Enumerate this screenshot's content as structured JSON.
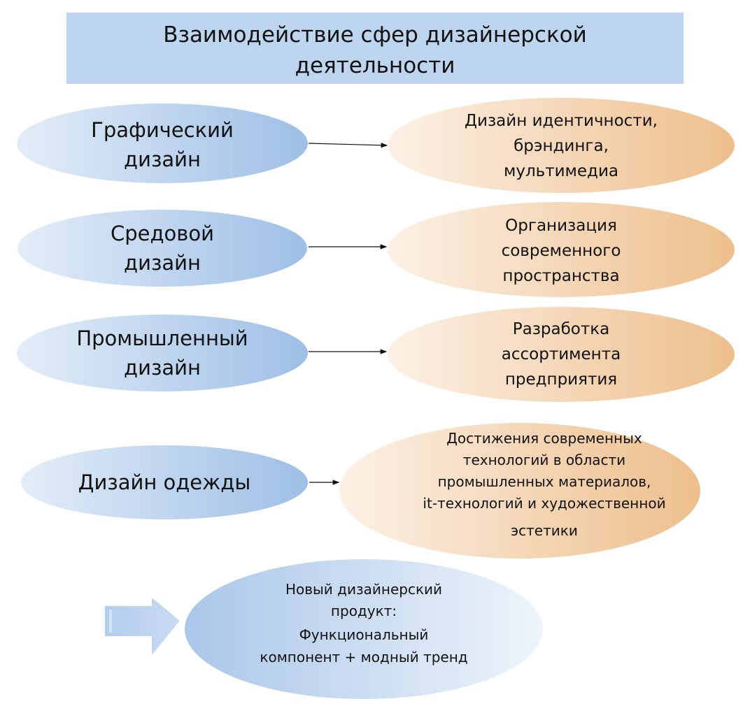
{
  "title": [
    "Взаимодействие сфер дизайнерской",
    "деятельности"
  ],
  "rows": [
    {
      "sphere": [
        "Графический",
        "дизайн"
      ],
      "result": [
        "Дизайн идентичности,",
        "брэндинга,",
        "мультимедиа"
      ]
    },
    {
      "sphere": [
        "Средовой",
        "дизайн"
      ],
      "result": [
        "Организация",
        "современного",
        "пространства"
      ]
    },
    {
      "sphere": [
        "Промышленный",
        "дизайн"
      ],
      "result": [
        "Разработка",
        "ассортимента",
        "предприятия"
      ]
    },
    {
      "sphere": [
        "Дизайн одежды"
      ],
      "result": [
        "Достижения современных",
        "технологий в области",
        "промышленных материалов,",
        "it-технологий и художественной",
        "эстетики"
      ]
    }
  ],
  "outcome": [
    "Новый дизайнерский",
    "продукт:",
    "Функциональный",
    "компонент + модный тренд"
  ],
  "colors": {
    "title_bg": "#bdd5ee",
    "blue_light": "#e3edf8",
    "blue_dark": "#9dbfe6",
    "orange_light": "#fcf1e5",
    "orange_dark": "#eebf8c"
  }
}
